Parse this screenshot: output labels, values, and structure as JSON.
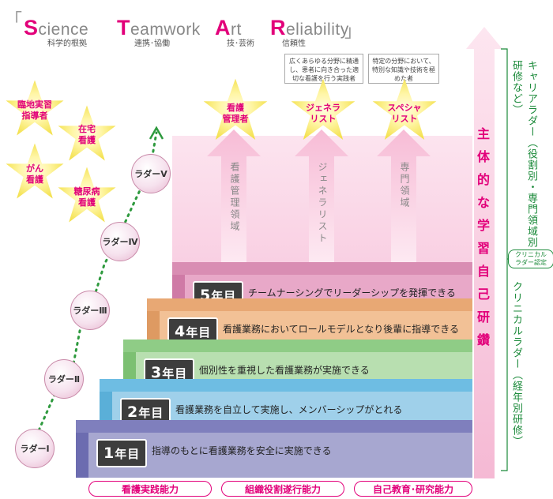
{
  "header": {
    "words": [
      {
        "cap": "S",
        "rest": "cience",
        "sub": "科学的根拠"
      },
      {
        "cap": "T",
        "rest": "eamwork",
        "sub": "連携･協働"
      },
      {
        "cap": "A",
        "rest": "rt",
        "sub": "技･芸術"
      },
      {
        "cap": "R",
        "rest": "eliability",
        "sub": "信頼性"
      }
    ]
  },
  "info": {
    "generalist_desc": "広くあらゆる分野に精通し、患者に向き合った適切な看護を行う実践者",
    "specialist_desc": "特定の分野において、特別な知識や技術を極めた者"
  },
  "stars_left": [
    "臨地実習\n指導者",
    "在宅\n看護",
    "がん\n看護",
    "糖尿病\n看護"
  ],
  "stars_top": [
    "看護\n管理者",
    "ジェネラ\nリスト",
    "スペシャ\nリスト"
  ],
  "arrows": [
    "看護管理領域",
    "ジェネラリスト",
    "専門領域"
  ],
  "ladders": [
    "ラダーⅠ",
    "ラダーⅡ",
    "ラダーⅢ",
    "ラダーⅣ",
    "ラダーⅤ"
  ],
  "steps": [
    {
      "num": "1",
      "unit": "年目",
      "text": "指導のもとに看護業務を安全に実施できる",
      "color": "#a7a7d0"
    },
    {
      "num": "2",
      "unit": "年目",
      "text": "看護業務を自立して実施し、メンバーシップがとれる",
      "color": "#9fd0ea"
    },
    {
      "num": "3",
      "unit": "年目",
      "text": "個別性を重視した看護業務が実施できる",
      "color": "#b8dfb0"
    },
    {
      "num": "4",
      "unit": "年目",
      "text": "看護業務においてロールモデルとなり後輩に指導できる",
      "color": "#f2c196"
    },
    {
      "num": "5",
      "unit": "年目",
      "text": "チームナーシングでリーダーシップを発揮できる",
      "color": "#e8a8c8"
    }
  ],
  "main_vertical": "主体的な学習自己研鑽",
  "career_ladder": "キャリアラダー（役割別・専門領域別研修など）",
  "clinical_ladder": "クリニカルラダー（経年別研修）",
  "clinical_cert": "クリニカル\nラダー認定",
  "bottom": [
    "看護実践能力",
    "組織役割遂行能力",
    "自己教育･研究能力"
  ]
}
